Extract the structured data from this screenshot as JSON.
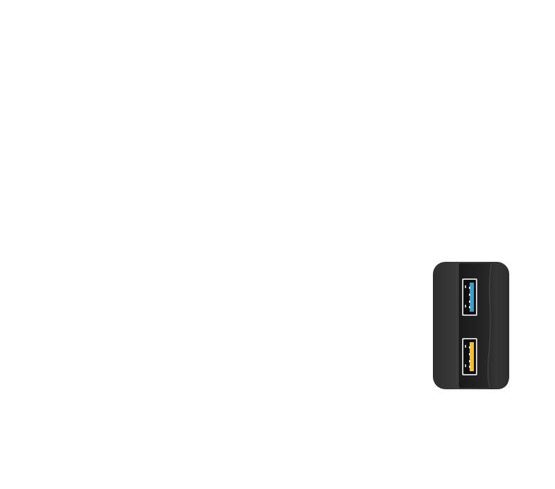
{
  "image": {
    "subject": "usb-port-panel",
    "background_color": "#ffffff",
    "panel": {
      "body_color": "#3a3a3a",
      "recess_color": "#1e1e1e",
      "edge_highlight_color": "#5a5a5a"
    },
    "ports": [
      {
        "id": "port-usb3",
        "type": "USB-A 3.0",
        "insert_color": "#3a9fc4",
        "icon": "usb-a-port-icon"
      },
      {
        "id": "port-usb-charging",
        "type": "USB-A charging",
        "insert_color": "#f2c12e",
        "icon": "usb-a-port-icon"
      }
    ]
  }
}
